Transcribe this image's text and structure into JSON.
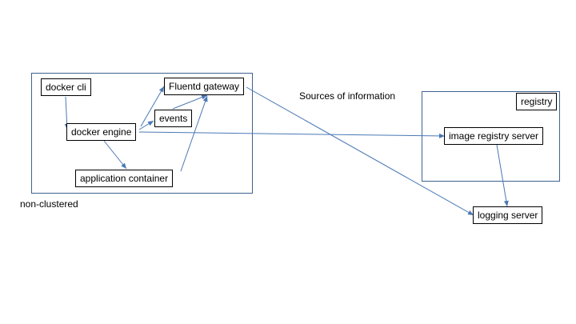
{
  "diagram": {
    "title": "Sources of information",
    "line_color": "#4a78b5",
    "container_color": "#3e6391",
    "groups": {
      "non_clustered": {
        "label": "non-clustered"
      },
      "registry": {
        "label": "registry"
      }
    },
    "nodes": {
      "docker_cli": "docker cli",
      "docker_engine": "docker engine",
      "fluentd_gateway": "Fluentd gateway",
      "events": "events",
      "application_container": "application container",
      "image_registry_server": "image registry server",
      "logging_server": "logging server"
    },
    "edges": [
      {
        "from": "docker cli",
        "to": "docker engine"
      },
      {
        "from": "docker engine",
        "to": "Fluentd gateway"
      },
      {
        "from": "docker engine",
        "to": "events"
      },
      {
        "from": "events",
        "to": "Fluentd gateway"
      },
      {
        "from": "docker engine",
        "to": "application container"
      },
      {
        "from": "application container",
        "to": "Fluentd gateway"
      },
      {
        "from": "docker engine",
        "to": "image registry server"
      },
      {
        "from": "Fluentd gateway",
        "to": "logging server"
      },
      {
        "from": "image registry server",
        "to": "logging server"
      }
    ]
  }
}
